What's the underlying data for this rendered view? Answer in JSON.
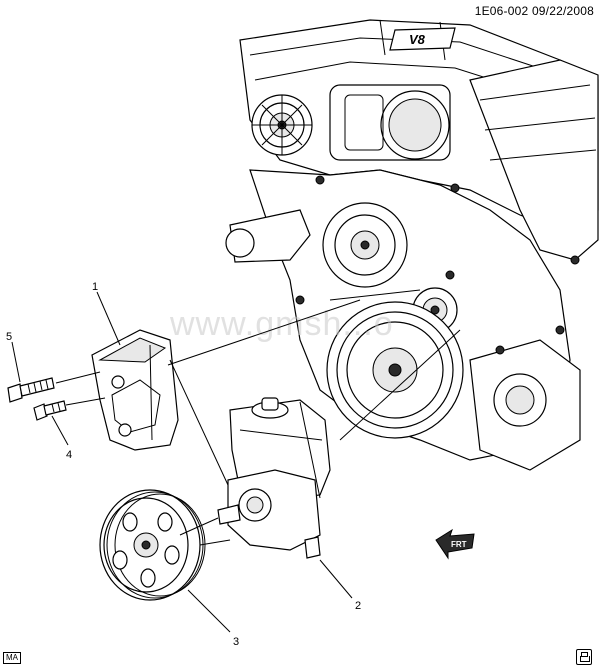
{
  "header": {
    "diagram_id": "1E06-002",
    "date": "09/22/2008"
  },
  "engine_badge": "V8",
  "watermark": "www.gmsh...o",
  "callouts": [
    {
      "id": "callout-1",
      "label": "1"
    },
    {
      "id": "callout-2",
      "label": "2"
    },
    {
      "id": "callout-3",
      "label": "3"
    },
    {
      "id": "callout-4",
      "label": "4"
    },
    {
      "id": "callout-5",
      "label": "5"
    }
  ],
  "direction_badge": "FRT",
  "footer": {
    "corner_code": "MA",
    "corner_icon": "book-icon"
  }
}
